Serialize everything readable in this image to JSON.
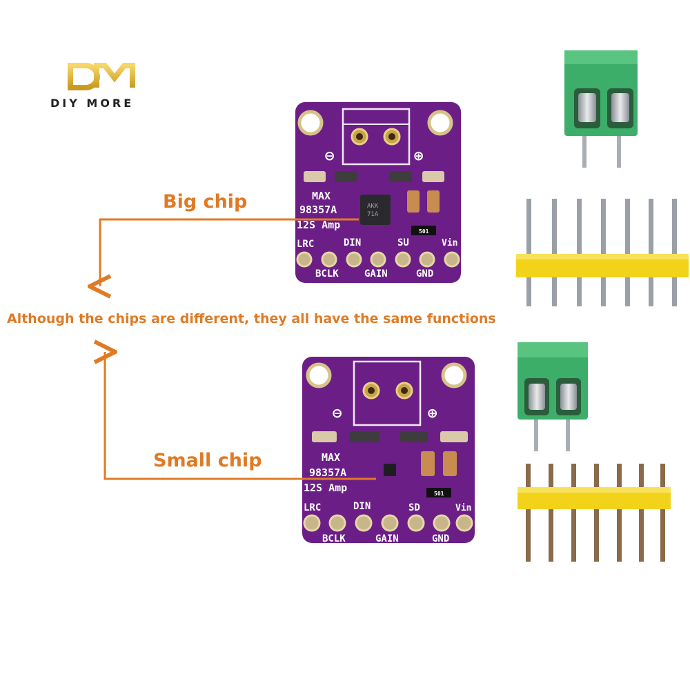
{
  "logo": {
    "mark": "DM",
    "brand": "DIY MORE"
  },
  "callouts": {
    "big_chip": "Big chip",
    "small_chip": "Small chip",
    "note": "Although the chips are different, they all have the same functions"
  },
  "board": {
    "line1": "MAX",
    "line2": "98357A",
    "line3": "12S Amp",
    "minus": "⊖",
    "plus": "⊕",
    "pins_top_big": [
      "LRC",
      "DIN",
      "SU",
      "Vin"
    ],
    "pins_top_small": [
      "LRC",
      "DIN",
      "SD",
      "Vin"
    ],
    "pins_bottom": [
      "BCLK",
      "GAIN",
      "GND"
    ],
    "resistor_code": "501",
    "chip_mark_big": [
      "AKK",
      "71A"
    ]
  },
  "colors": {
    "pcb": "#6b1f86",
    "accent": "#e07a24",
    "terminal": "#3cae6a",
    "header": "#f3d21a"
  }
}
